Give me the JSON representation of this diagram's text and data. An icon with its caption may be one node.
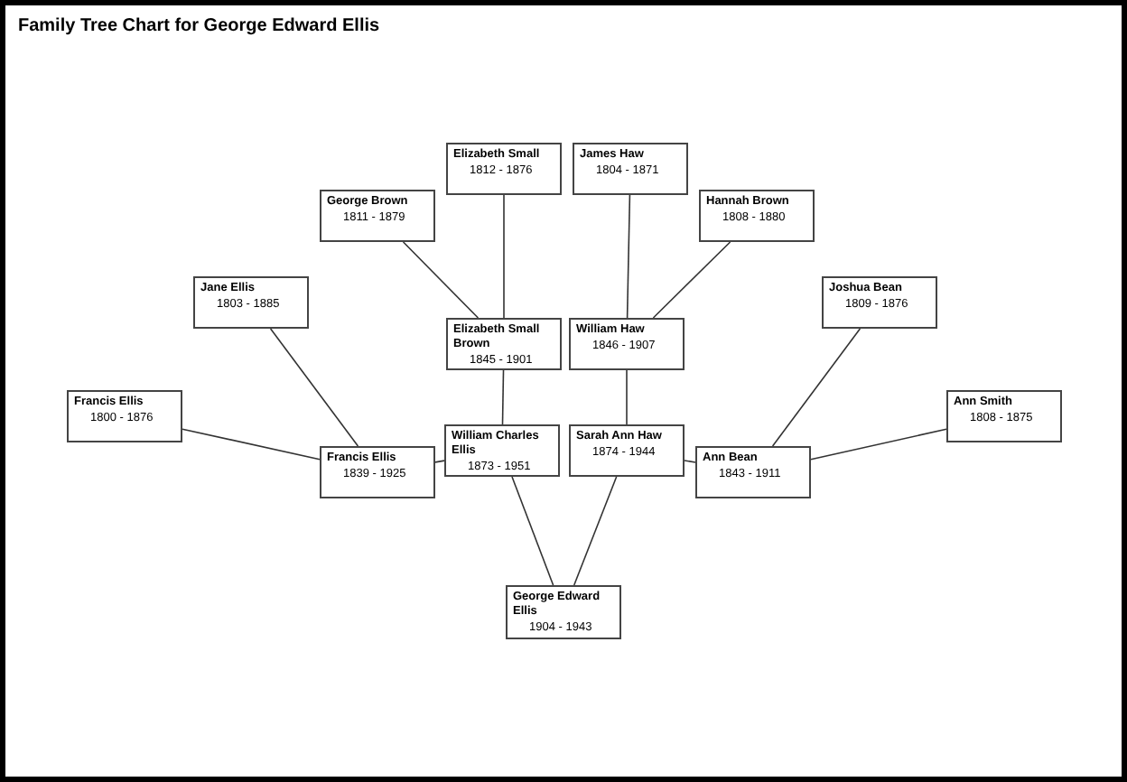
{
  "diagram": {
    "title": "Family Tree Chart for George Edward Ellis",
    "nodes": [
      {
        "text": [
          "Elizabeth Small",
          "1812 - 1876"
        ]
      },
      {
        "text": [
          "James Haw",
          "1804 - 1871"
        ]
      },
      {
        "text": [
          "George Brown",
          "1811 - 1879"
        ]
      },
      {
        "text": [
          "Hannah Brown",
          "1808 - 1880"
        ]
      },
      {
        "text": [
          "Jane Ellis",
          "1803 - 1885"
        ]
      },
      {
        "text": [
          "Joshua Bean",
          "1809 - 1876"
        ]
      },
      {
        "text": [
          "Elizabeth Small Brown",
          "1845 - 1901"
        ]
      },
      {
        "text": [
          "William Haw",
          "1846 - 1907"
        ]
      },
      {
        "text": [
          "Francis Ellis",
          "1800 - 1876"
        ]
      },
      {
        "text": [
          "Ann Smith",
          "1808 - 1875"
        ]
      },
      {
        "text": [
          "William Charles Ellis",
          "1873 - 1951"
        ]
      },
      {
        "text": [
          "Sarah Ann Haw",
          "1874 - 1944"
        ]
      },
      {
        "text": [
          "Francis Ellis",
          "1839 - 1925"
        ]
      },
      {
        "text": [
          "Ann Bean",
          "1843 - 1911"
        ]
      },
      {
        "text": [
          "George Edward Ellis",
          "1904 - 1943"
        ]
      }
    ],
    "edges": [
      {
        "from": 0,
        "to": 6,
        "arrow": "none"
      },
      {
        "from": 2,
        "to": 6,
        "arrow": "none"
      },
      {
        "from": 1,
        "to": 7,
        "arrow": "none"
      },
      {
        "from": 3,
        "to": 7,
        "arrow": "none"
      },
      {
        "from": 4,
        "to": 12,
        "arrow": "none"
      },
      {
        "from": 8,
        "to": 12,
        "arrow": "none"
      },
      {
        "from": 5,
        "to": 13,
        "arrow": "none"
      },
      {
        "from": 9,
        "to": 13,
        "arrow": "none"
      },
      {
        "from": 12,
        "to": 10,
        "arrow": "none"
      },
      {
        "from": 6,
        "to": 10,
        "arrow": "none"
      },
      {
        "from": 7,
        "to": 11,
        "arrow": "none"
      },
      {
        "from": 13,
        "to": 11,
        "arrow": "none"
      },
      {
        "from": 10,
        "to": 14,
        "arrow": "none"
      },
      {
        "from": 11,
        "to": 14,
        "arrow": "none"
      }
    ]
  }
}
